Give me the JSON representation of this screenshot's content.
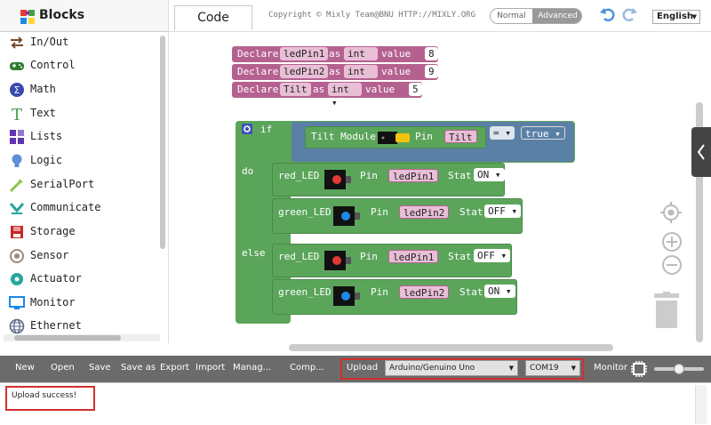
{
  "app": {
    "title": "Blocks"
  },
  "header": {
    "tab_code": "Code",
    "copyright": "Copyright © Mixly Team@BNU HTTP://MIXLY.ORG",
    "mode_normal": "Normal",
    "mode_advanced": "Advanced",
    "language": "English"
  },
  "sidebar": {
    "items": [
      {
        "label": "In/Out",
        "icon": "in-out-icon"
      },
      {
        "label": "Control",
        "icon": "gamepad-icon"
      },
      {
        "label": "Math",
        "icon": "math-icon"
      },
      {
        "label": "Text",
        "icon": "text-icon"
      },
      {
        "label": "Lists",
        "icon": "lists-icon"
      },
      {
        "label": "Logic",
        "icon": "lightbulb-icon"
      },
      {
        "label": "SerialPort",
        "icon": "serialport-icon"
      },
      {
        "label": "Communicate",
        "icon": "communicate-icon"
      },
      {
        "label": "Storage",
        "icon": "storage-icon"
      },
      {
        "label": "Sensor",
        "icon": "sensor-icon"
      },
      {
        "label": "Actuator",
        "icon": "actuator-icon"
      },
      {
        "label": "Monitor",
        "icon": "monitor-icon"
      },
      {
        "label": "Ethernet",
        "icon": "globe-icon"
      }
    ]
  },
  "workspace": {
    "declares": [
      {
        "kw": "Declare",
        "name": "ledPin1",
        "as": "as",
        "type": "int",
        "value_kw": "value",
        "value": "8"
      },
      {
        "kw": "Declare",
        "name": "ledPin2",
        "as": "as",
        "type": "int",
        "value_kw": "value",
        "value": "9"
      },
      {
        "kw": "Declare",
        "name": "Tilt",
        "as": "as",
        "type": "int",
        "value_kw": "value",
        "value": "5"
      }
    ],
    "if_block": {
      "if_kw": "if",
      "do_kw": "do",
      "else_kw": "else",
      "condition": {
        "module": "Tilt Module",
        "pin_kw": "Pin",
        "pin": "Tilt",
        "op": "=",
        "value": "true"
      },
      "do_stmts": [
        {
          "label": "red_LED",
          "pin_kw": "Pin",
          "pin": "ledPin1",
          "stat_kw": "Stat",
          "stat": "ON"
        },
        {
          "label": "green_LED",
          "pin_kw": "Pin",
          "pin": "ledPin2",
          "stat_kw": "Stat",
          "stat": "OFF"
        }
      ],
      "else_stmts": [
        {
          "label": "red_LED",
          "pin_kw": "Pin",
          "pin": "ledPin1",
          "stat_kw": "Stat",
          "stat": "OFF"
        },
        {
          "label": "green_LED",
          "pin_kw": "Pin",
          "pin": "ledPin2",
          "stat_kw": "Stat",
          "stat": "ON"
        }
      ]
    }
  },
  "toolbar": {
    "new": "New",
    "open": "Open",
    "save": "Save",
    "save_as": "Save as",
    "export": "Export",
    "import": "Import",
    "manage": "Manag...",
    "compile": "Comp...",
    "upload": "Upload",
    "board": "Arduino/Genuino Uno",
    "port": "COM19",
    "monitor": "Monitor"
  },
  "console": {
    "message": "Upload success!"
  },
  "colors": {
    "variable_block": "#b5618f",
    "control_block": "#5ba55b",
    "logic_block": "#5b80a5",
    "toolbar": "#6b6b6b",
    "highlight": "#d32f2f"
  }
}
